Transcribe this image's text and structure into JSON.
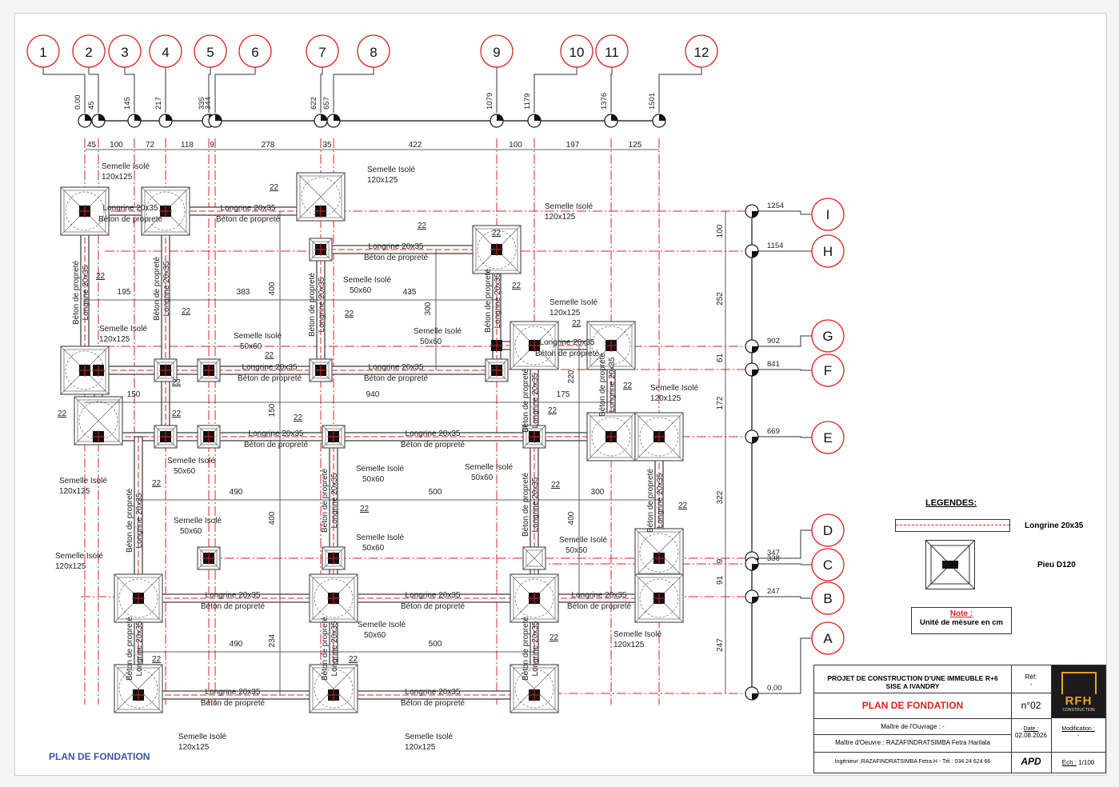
{
  "axes_x": [
    {
      "id": "1",
      "value": "0.00"
    },
    {
      "id": "2",
      "value": "45"
    },
    {
      "id": "3",
      "value": "145"
    },
    {
      "id": "4",
      "value": "217"
    },
    {
      "id": "5",
      "value": "335"
    },
    {
      "id": "6",
      "value": "344"
    },
    {
      "id": "7",
      "value": "622"
    },
    {
      "id": "8",
      "value": "657"
    },
    {
      "id": "9",
      "value": "1079"
    },
    {
      "id": "10",
      "value": "1179"
    },
    {
      "id": "11",
      "value": "1376"
    },
    {
      "id": "12",
      "value": "1501"
    }
  ],
  "dims_x": [
    "45",
    "100",
    "72",
    "118",
    "9",
    "278",
    "35",
    "422",
    "100",
    "197",
    "125"
  ],
  "axes_y": [
    {
      "id": "I",
      "value": "1254"
    },
    {
      "id": "H",
      "value": "1154"
    },
    {
      "id": "G",
      "value": "902"
    },
    {
      "id": "F",
      "value": "841"
    },
    {
      "id": "E",
      "value": "669"
    },
    {
      "id": "D",
      "value": "347"
    },
    {
      "id": "C",
      "value": "338"
    },
    {
      "id": "B",
      "value": "247"
    },
    {
      "id": "A",
      "value": "0.00"
    }
  ],
  "dims_y": [
    "100",
    "252",
    "61",
    "172",
    "322",
    "9",
    "91",
    "247"
  ],
  "labels": {
    "longrine": "Longrine 20x35",
    "beton": "Béton de propreté",
    "semelle": "Semelle Isolé",
    "s_big": "120x125",
    "s_small": "50x60",
    "d22": "22"
  },
  "inner_dims": [
    "195",
    "383",
    "435",
    "150",
    "940",
    "175",
    "490",
    "500",
    "300",
    "490",
    "500",
    "400",
    "300",
    "220",
    "150",
    "400",
    "400",
    "234"
  ],
  "legend": {
    "title": "LEGENDES:",
    "item1": "Longrine 20x35",
    "item2": "Pieu D120",
    "note_title": "Note :",
    "note_text": "Unité de mésure en cm"
  },
  "title_block": {
    "project": "PROJET DE CONSTRUCTION D'UNE IMMEUBLE R+6",
    "site": "SISE A IVANDRY",
    "ref_label": "Réf:",
    "ref_value": "-",
    "plan_title": "PLAN DE FONDATION",
    "plan_no": "n°02",
    "owner": "Maître de l'Ouvrage :  -",
    "date_label": "Date :",
    "date_value": "02.08.2026",
    "modif_label": "Modification :",
    "modif_value": "-",
    "moeuvre": "Maître d'Oeuvre : RAZAFINDRATSIMBA Fetra Harilala",
    "engineer": "Ingénieur :RAZAFINDRATSIMBA Fetra.H - Tél : 034 24 624 66",
    "phase": "APD",
    "scale_label": "Ech :",
    "scale_value": "1/100",
    "logo_text": "RFH",
    "logo_sub": "CONSTRUCTION"
  },
  "footer_title": "PLAN DE FONDATION",
  "colors": {
    "red": "#e02020",
    "grid": "#e02020",
    "dark": "#111111",
    "blue": "#3a57a8"
  }
}
